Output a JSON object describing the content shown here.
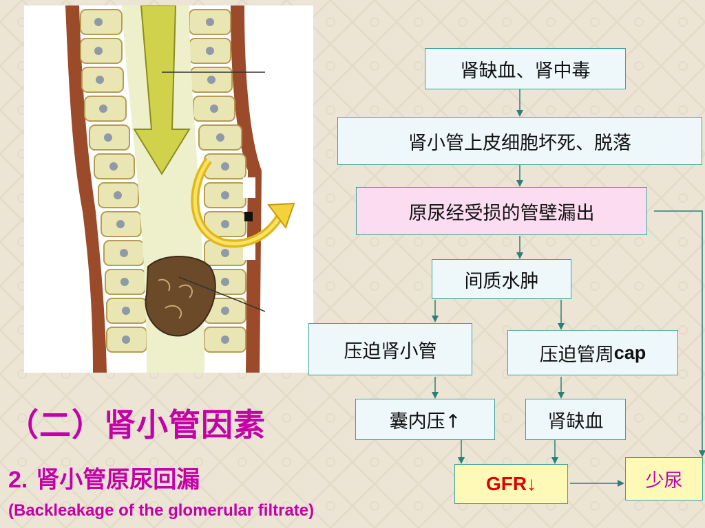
{
  "flowchart": {
    "ischemia": "肾缺血、肾中毒",
    "necrosis": "肾小管上皮细胞坏死、脱落",
    "leakage": "原尿经受损的管壁漏出",
    "edema": "间质水肿",
    "compress_tubule": "压迫肾小管",
    "compress_capillary_prefix": "压迫管周",
    "compress_capillary_suffix": "cap",
    "capsule_pressure": "囊内压↑",
    "renal_ischemia": "肾缺血",
    "gfr": "GFR↓",
    "oliguria": "少尿"
  },
  "heading": {
    "title": "（二）肾小管因素",
    "sub_number": "2.",
    "sub_text": "肾小管原尿回漏",
    "english": "(Backleakage of the glomerular filtrate)"
  },
  "colors": {
    "accent": "#c400a8",
    "box_border": "#3aa59a",
    "arrow": "#2a7f76",
    "gfr_text": "#e00000"
  }
}
